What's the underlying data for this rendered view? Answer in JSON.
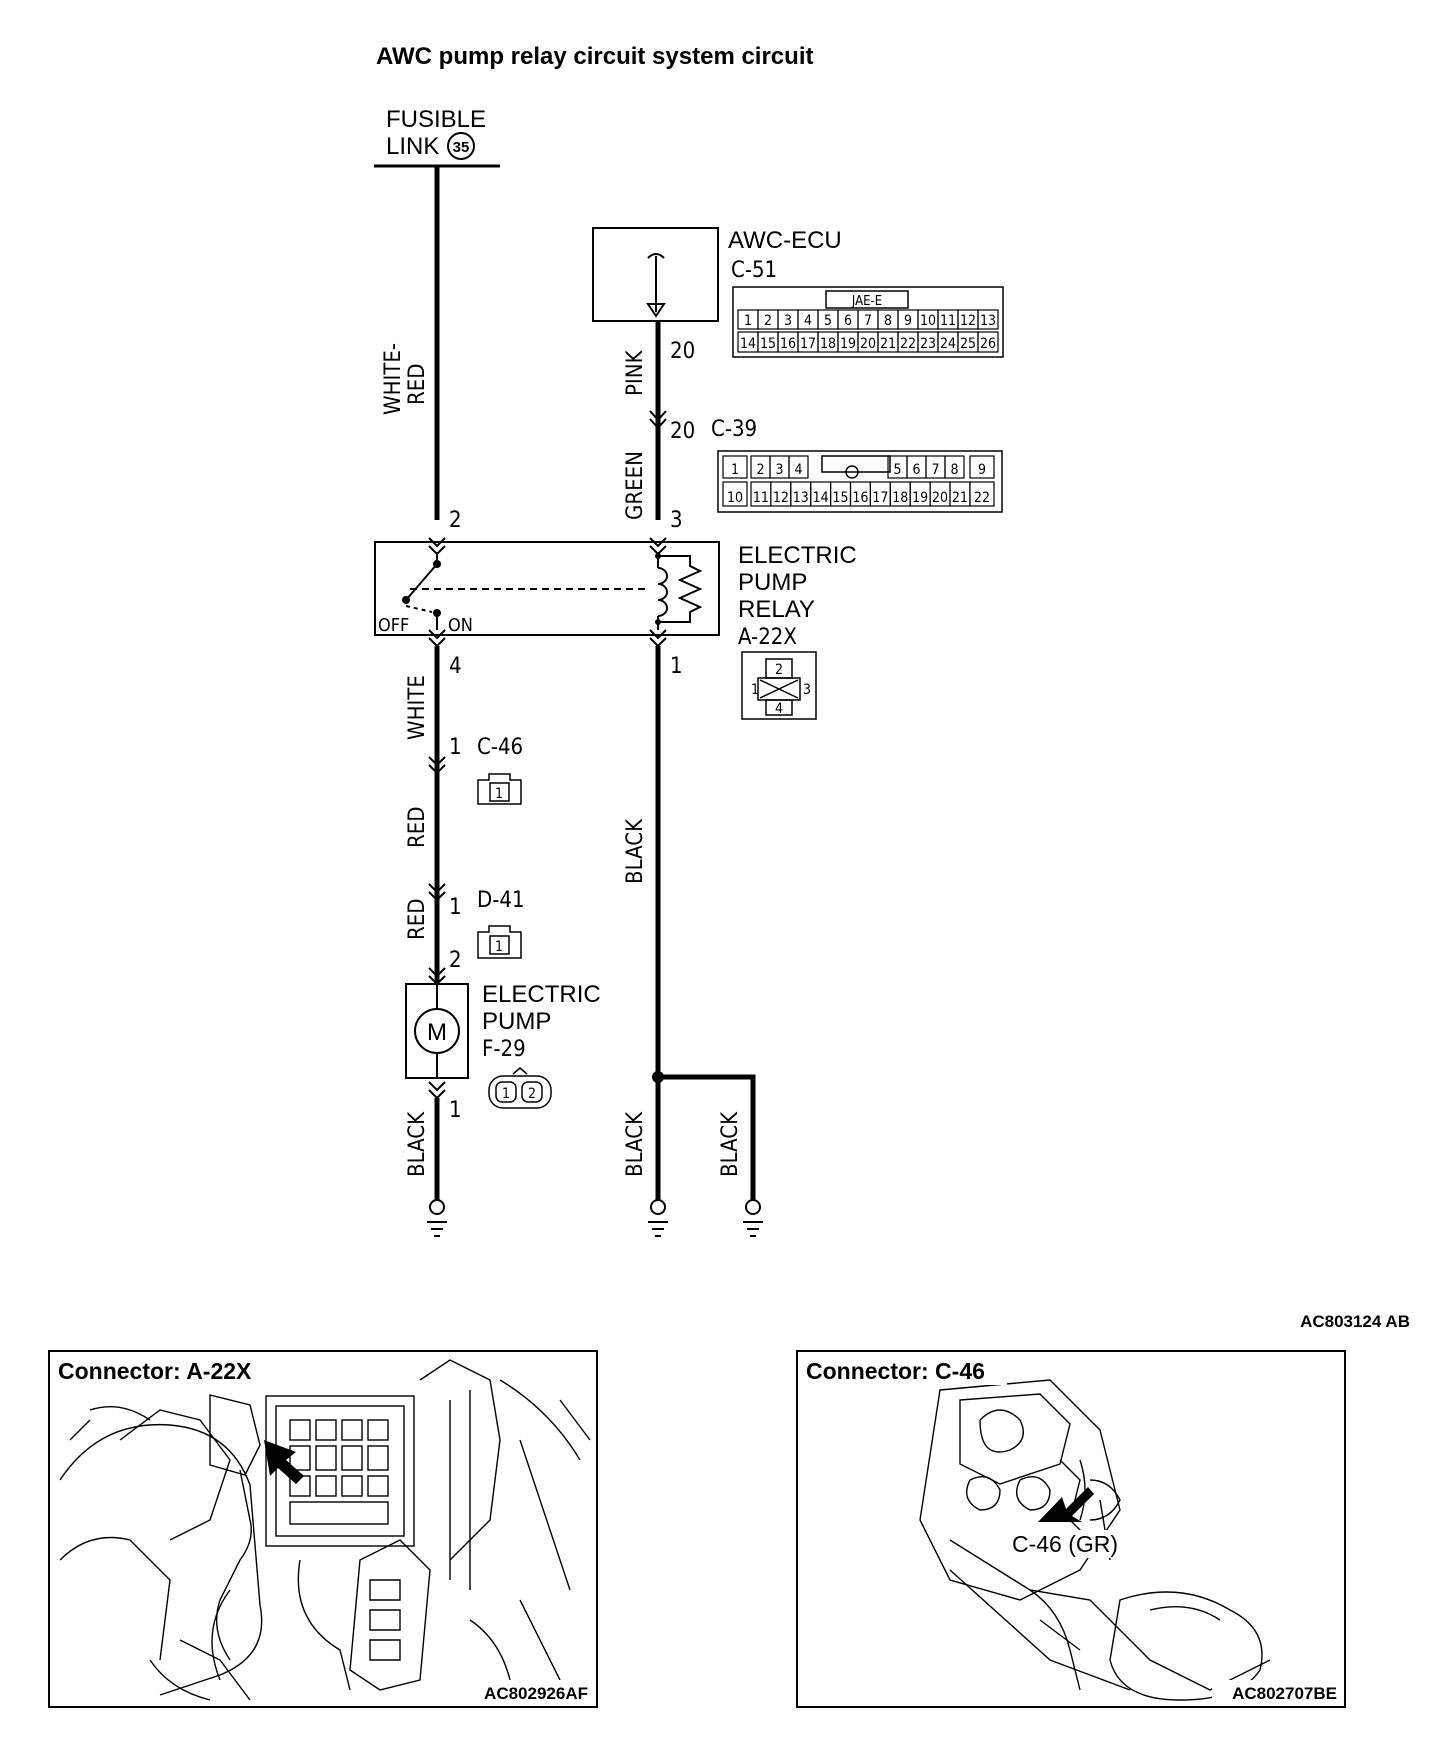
{
  "title": "AWC pump relay circuit system circuit",
  "fusible_link": {
    "line1": "FUSIBLE",
    "line2": "LINK",
    "number": "35"
  },
  "awc_ecu": {
    "name": "AWC-ECU",
    "connector": "C-51",
    "header": "JAE-E",
    "row1": [
      "1",
      "2",
      "3",
      "4",
      "5",
      "6",
      "7",
      "8",
      "9",
      "10",
      "11",
      "12",
      "13"
    ],
    "row2": [
      "14",
      "15",
      "16",
      "17",
      "18",
      "19",
      "20",
      "21",
      "22",
      "23",
      "24",
      "25",
      "26"
    ]
  },
  "c39": {
    "name": "C-39",
    "row1": [
      "1",
      "2",
      "3",
      "4",
      "5",
      "6",
      "7",
      "8",
      "9"
    ],
    "row2": [
      "10",
      "11",
      "12",
      "13",
      "14",
      "15",
      "16",
      "17",
      "18",
      "19",
      "20",
      "21",
      "22"
    ]
  },
  "relay": {
    "line1": "ELECTRIC",
    "line2": "PUMP",
    "line3": "RELAY",
    "connector": "A-22X",
    "off": "OFF",
    "on": "ON",
    "pins": [
      "1",
      "2",
      "3",
      "4"
    ]
  },
  "c46": {
    "name": "C-46",
    "pin": "1"
  },
  "d41": {
    "name": "D-41",
    "pin": "1"
  },
  "pump": {
    "line1": "ELECTRIC",
    "line2": "PUMP",
    "connector": "F-29",
    "symbol": "M",
    "pins": [
      "1",
      "2"
    ]
  },
  "wires": {
    "white_red_1": "WHITE-",
    "white_red_2": "RED",
    "pink": "PINK",
    "green": "GREEN",
    "white": "WHITE",
    "red": "RED",
    "black": "BLACK"
  },
  "pins": {
    "p20a": "20",
    "p20b": "20",
    "p2": "2",
    "p3": "3",
    "p4": "4",
    "p1r": "1",
    "p1c46": "1",
    "p1d41": "1",
    "p2pump": "2",
    "p1pump": "1"
  },
  "diagram_code": "AC803124 AB",
  "panel_left": {
    "title": "Connector: A-22X",
    "code": "AC802926AF"
  },
  "panel_right": {
    "title": "Connector: C-46",
    "callout": "C-46 (GR)",
    "code": "AC802707BE"
  }
}
